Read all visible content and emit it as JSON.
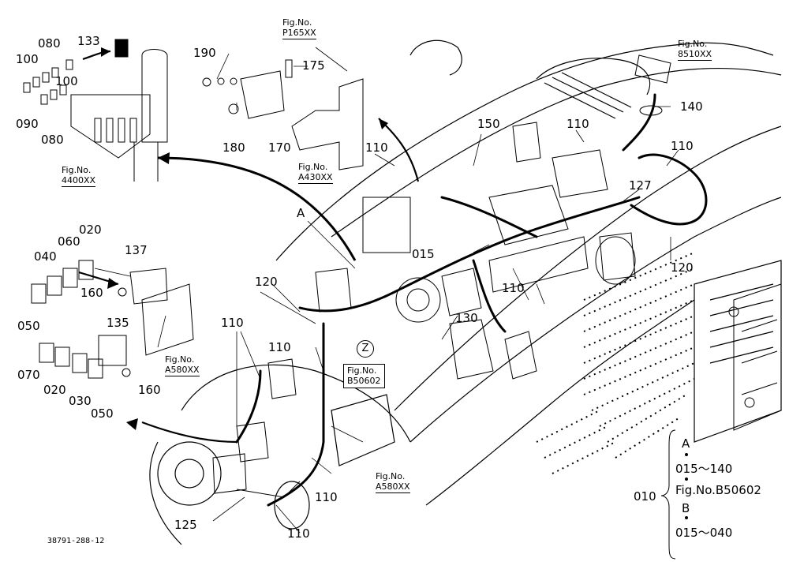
{
  "part_labels": [
    {
      "id": "p133",
      "text": "133"
    },
    {
      "id": "p080a",
      "text": "080"
    },
    {
      "id": "p100a",
      "text": "100"
    },
    {
      "id": "p100b",
      "text": "100"
    },
    {
      "id": "p090",
      "text": "090"
    },
    {
      "id": "p080b",
      "text": "080"
    },
    {
      "id": "p190",
      "text": "190"
    },
    {
      "id": "p175",
      "text": "175"
    },
    {
      "id": "p180",
      "text": "180"
    },
    {
      "id": "p170",
      "text": "170"
    },
    {
      "id": "p140",
      "text": "140"
    },
    {
      "id": "p150",
      "text": "150"
    },
    {
      "id": "p110a",
      "text": "110"
    },
    {
      "id": "p110b",
      "text": "110"
    },
    {
      "id": "p110c",
      "text": "110"
    },
    {
      "id": "p127",
      "text": "127"
    },
    {
      "id": "p120a",
      "text": "120"
    },
    {
      "id": "pA",
      "text": "A"
    },
    {
      "id": "p015",
      "text": "015"
    },
    {
      "id": "p110d",
      "text": "110"
    },
    {
      "id": "p120b",
      "text": "120"
    },
    {
      "id": "p020a",
      "text": "020"
    },
    {
      "id": "p060",
      "text": "060"
    },
    {
      "id": "p040",
      "text": "040"
    },
    {
      "id": "p137",
      "text": "137"
    },
    {
      "id": "p160a",
      "text": "160"
    },
    {
      "id": "p050a",
      "text": "050"
    },
    {
      "id": "p135",
      "text": "135"
    },
    {
      "id": "p110e",
      "text": "110"
    },
    {
      "id": "p110f",
      "text": "110"
    },
    {
      "id": "p130",
      "text": "130"
    },
    {
      "id": "p070",
      "text": "070"
    },
    {
      "id": "p020b",
      "text": "020"
    },
    {
      "id": "p030",
      "text": "030"
    },
    {
      "id": "p050b",
      "text": "050"
    },
    {
      "id": "p160b",
      "text": "160"
    },
    {
      "id": "p110g",
      "text": "110"
    },
    {
      "id": "p125",
      "text": "125"
    },
    {
      "id": "p110h",
      "text": "110"
    }
  ],
  "fig_refs": [
    {
      "id": "figP165",
      "label": "Fig.No.",
      "code": "P165XX"
    },
    {
      "id": "fig8510",
      "label": "Fig.No.",
      "code": "8510XX"
    },
    {
      "id": "figA430",
      "label": "Fig.No.",
      "code": "A430XX"
    },
    {
      "id": "fig4400",
      "label": "Fig.No.",
      "code": "4400XX"
    },
    {
      "id": "figA580a",
      "label": "Fig.No.",
      "code": "A580XX"
    },
    {
      "id": "figA580b",
      "label": "Fig.No.",
      "code": "A580XX"
    }
  ],
  "boxed_ref": {
    "label": "Fig.No.",
    "code": "B50602",
    "marker": "Z"
  },
  "drawing_code": "38791-288-12",
  "legend": {
    "main": "010",
    "a_label": "A",
    "a_range": "015～140",
    "a_fig": "Fig.No.B50602",
    "b_label": "B",
    "b_range": "015～040"
  }
}
